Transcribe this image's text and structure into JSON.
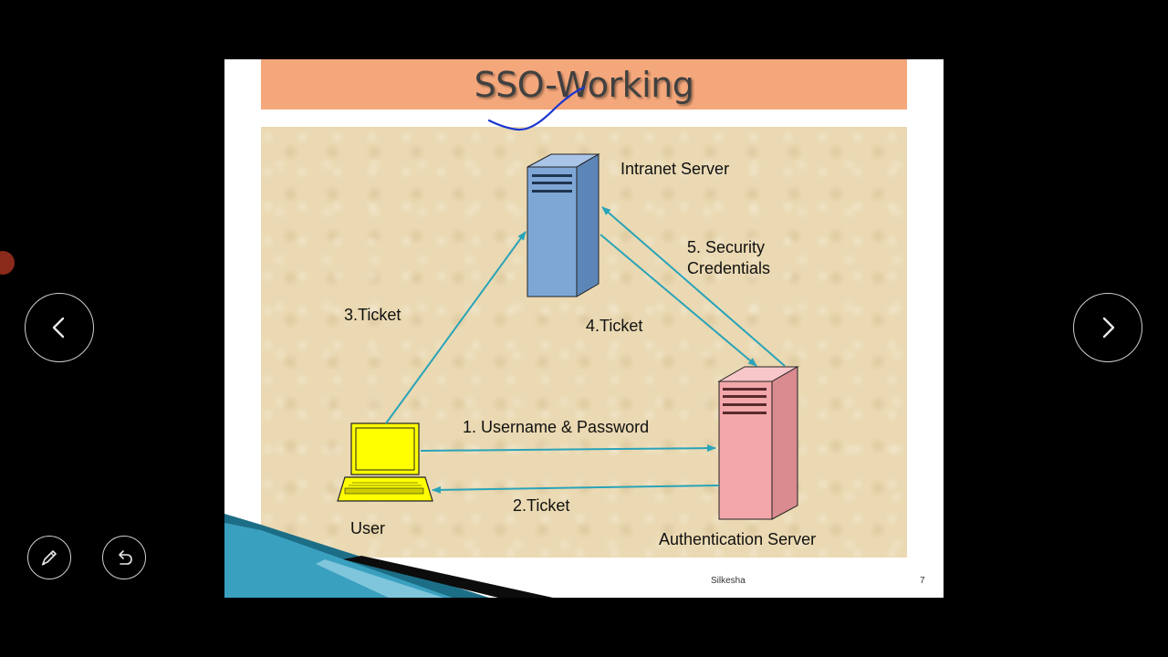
{
  "slide": {
    "title": "SSO-Working",
    "labels": {
      "intranet_server": "Intranet Server",
      "security_credentials": "5. Security\nCredentials",
      "ticket3": "3.Ticket",
      "ticket4": "4.Ticket",
      "username_password": "1. Username & Password",
      "ticket2": "2.Ticket",
      "user": "User",
      "auth_server": "Authentication Server"
    },
    "footer": {
      "author": "Silkesha",
      "page": "7"
    }
  },
  "controls": {
    "prev_icon": "chevron-left-icon",
    "next_icon": "chevron-right-icon",
    "pen_icon": "pen-icon",
    "undo_icon": "undo-icon"
  },
  "colors": {
    "title_bar": "#f4a77b",
    "intranet_server": "#7fa7d6",
    "auth_server": "#f3a7ab",
    "laptop": "#ffff00",
    "arrow": "#2aa3b8",
    "annotation_ink": "#1a35d0"
  }
}
